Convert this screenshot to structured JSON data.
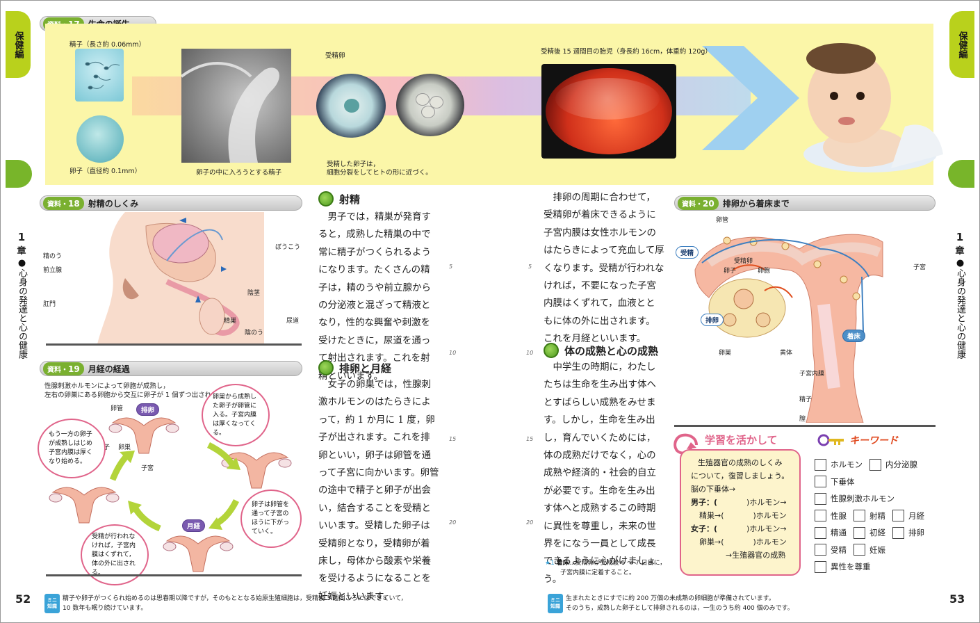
{
  "side": {
    "left_tab": "保健編",
    "right_tab": "保健編",
    "chapter_num": "1",
    "chapter_char": "章",
    "chapter_title": "●心身の発達と心の健康"
  },
  "page_numbers": {
    "left": "52",
    "right": "53"
  },
  "panel17": {
    "badge": "資料",
    "num": "17",
    "title": "生命の誕生",
    "sperm_label": "精子（長さ約 0.06mm）",
    "egg_label": "卵子（直径約 0.1mm）",
    "sperm_entering": "卵子の中に入ろうとする精子",
    "fertilized_label": "受精卵",
    "fertilized_desc1": "受精した卵子は，",
    "fertilized_desc2": "細胞分裂をしてヒトの形に近づく。",
    "fetus_label": "受精後 15 週間目の胎児（身長約 16cm，体重約 120g）"
  },
  "panel18": {
    "badge": "資料",
    "num": "18",
    "title": "射精のしくみ",
    "labels": {
      "seminal": "精のう",
      "prostate": "前立腺",
      "anus": "肛門",
      "bladder": "ぼうこう",
      "penis": "陰茎",
      "urethra": "尿道",
      "testis": "精巣",
      "scrotum": "陰のう"
    }
  },
  "panel19": {
    "badge": "資料",
    "num": "19",
    "title": "月経の経過",
    "intro1": "性腺刺激ホルモンによって卵胞が成熟し，",
    "intro2": "左右の卵巣にある卵胞から交互に卵子が 1 個ずつ出されます。",
    "tag_ovulation": "排卵",
    "tag_menstruation": "月経",
    "lbl_tube": "卵管",
    "lbl_egg": "卵子",
    "lbl_ovary": "卵巣",
    "lbl_uterus": "子宮",
    "b1": "卵巣から成熟した卵子が卵管に入る。子宮内膜は厚くなってくる。",
    "b2": "卵子は卵管を通って子宮のほうに下がっていく。",
    "b3": "受精が行われなければ，子宮内膜はくずれて，体の外に出される。",
    "b4": "もう一方の卵子が成熟しはじめ子宮内膜は厚くなり始める。"
  },
  "col1": {
    "head1": "射精",
    "p1": "男子では，精巣が発育すると，成熟した精巣の中で常に精子がつくられるようになります。たくさんの精子は，精のうや前立腺からの分泌液と混ざって精液となり，性的な興奮や刺激を受けたときに，尿道を通って射出されます。これを射精といいます。",
    "head2": "排卵と月経",
    "p2": "女子の卵巣では，性腺刺激ホルモンのはたらきによって，約 1 か月に 1 度，卵子が出されます。これを排卵といい，卵子は卵管を通って子宮に向かいます。卵管の途中で精子と卵子が出会い，結合することを受精といいます。受精した卵子は受精卵となり，受精卵が着床し，母体から酸素や栄養を受けるようになることを妊娠といいます。"
  },
  "col2": {
    "p1": "排卵の周期に合わせて，受精卵が着床できるように子宮内膜は女性ホルモンのはたらきによって充血して厚くなります。受精が行われなければ，不要になった子宮内膜はくずれて，血液とともに体の外に出されます。これを月経といいます。",
    "head": "体の成熟と心の成熟",
    "p2": "中学生の時期に，わたしたちは生命を生み出す体へとすばらしい成熟をみせます。しかし，生命を生み出し，育んでいくためには，体の成熟だけでなく，心の成熟や経済的・社会的自立が必要です。生命を生み出す体へと成熟するこの時期に異性を尊重し，未来の世界をになう一員として成長できるように心がけましょう。",
    "note_mark": "★1",
    "note_title": "着床",
    "note1": "…受精卵が受精後 6 ～ 7 日目に，",
    "note2": "子宮内膜に定着すること。"
  },
  "line_nums": [
    "5",
    "10",
    "15",
    "20"
  ],
  "panel20": {
    "badge": "資料",
    "num": "20",
    "title": "排卵から着床まで",
    "labels": {
      "tube": "卵管",
      "fertilized": "受精卵",
      "egg": "卵子",
      "follicle": "卵胞",
      "uterus": "子宮",
      "ovary": "卵巣",
      "corpus": "黄体",
      "lining": "子宮内膜",
      "sperm": "精子",
      "vagina": "膣"
    },
    "tag_fert": "受精",
    "tag_ovul": "排卵",
    "tag_implant": "着床"
  },
  "review": {
    "title": "学習を活かして",
    "lines": [
      "生殖器官の成熟のしくみ",
      "について，復習しましょう。",
      "脳の下垂体→"
    ],
    "boy": "男子：(",
    "boy_hormone": ")ホルモン→",
    "boy2": "精巣→(",
    "boy2_end": ")ホルモン",
    "girl": "女子：(",
    "girl_hormone": ")ホルモン→",
    "girl2": "卵巣→(",
    "girl2_end": ")ホルモン",
    "end": "→生殖器官の成熟"
  },
  "keywords": {
    "title": "キーワード",
    "rows": [
      [
        "ホルモン",
        "内分泌腺"
      ],
      [
        "下垂体"
      ],
      [
        "性腺刺激ホルモン"
      ],
      [
        "性腺",
        "射精",
        "月経"
      ],
      [
        "精通",
        "初経",
        "排卵"
      ],
      [
        "受精",
        "妊娠"
      ],
      [
        "異性を尊重"
      ]
    ]
  },
  "footer": {
    "mini1": "ミニ",
    "mini2": "知識",
    "left1": "精子や卵子がつくられ始めるのは思春期以降ですが，そのもととなる始原生殖細胞は，受精後 3 週間ころにはできていて，",
    "left2": "10 数年も眠り続けています。",
    "right1": "生まれたときにすでに約 200 万個の未成熟の卵細胞が準備されています。",
    "right2": "そのうち，成熟した卵子として排卵されるのは，一生のうち約 400 個のみです。"
  },
  "colors": {
    "accent_green": "#7ab030",
    "lime": "#b9d11c",
    "yellow_panel": "#fbf6a8",
    "pink": "#e0648a"
  }
}
